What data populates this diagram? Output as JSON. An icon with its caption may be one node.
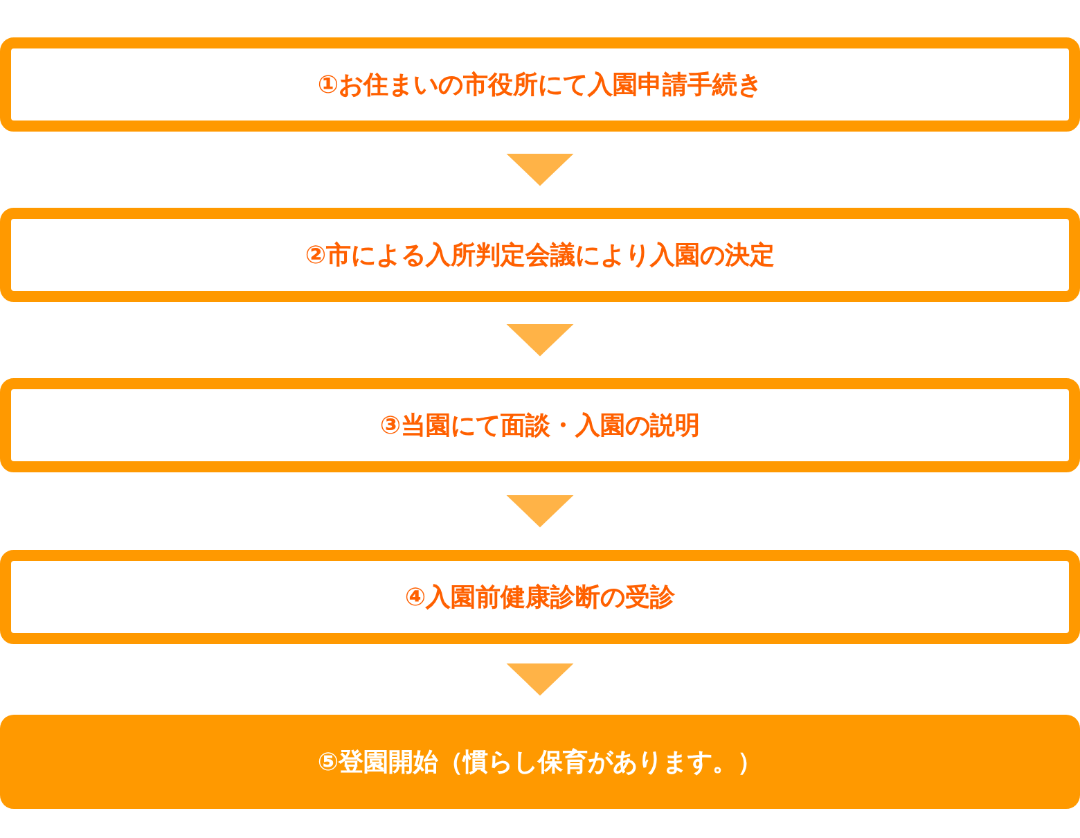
{
  "diagram": {
    "nodes": [
      {
        "text": [
          "①お住まいの市役所にて入園申請手続き"
        ]
      },
      {
        "text": [
          "②市による入所判定会議により入園の決定"
        ]
      },
      {
        "text": [
          "③当園にて面談・入園の説明"
        ]
      },
      {
        "text": [
          "④入園前健康診断の受診"
        ]
      },
      {
        "text": [
          "⑤登園開始（慣らし保育があります。）"
        ]
      }
    ],
    "edges": [
      {
        "from": 0,
        "to": 1,
        "arrow": "to"
      },
      {
        "from": 1,
        "to": 2,
        "arrow": "to"
      },
      {
        "from": 2,
        "to": 3,
        "arrow": "to"
      },
      {
        "from": 3,
        "to": 4,
        "arrow": "to"
      }
    ]
  }
}
